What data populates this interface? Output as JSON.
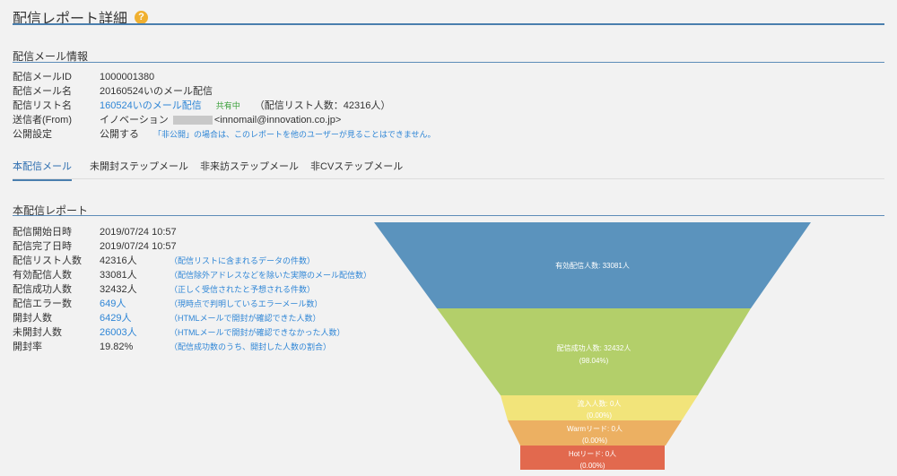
{
  "title": "配信レポート詳細",
  "help_icon": "?",
  "info": {
    "heading": "配信メール情報",
    "rows": [
      {
        "label": "配信メールID",
        "value": "1000001380"
      },
      {
        "label": "配信メール名",
        "value": "20160524いのメール配信"
      },
      {
        "label": "配信リスト名",
        "value": "160524いのメール配信",
        "badge": "共有中",
        "extra": "（配信リスト人数：42316人）"
      },
      {
        "label": "送信者(From)",
        "value": "イノベーション",
        "email": "<innomail@innovation.co.jp>"
      },
      {
        "label": "公開設定",
        "value": "公開する",
        "note": "「非公開」の場合は、このレポートを他のユーザーが見ることはできません。"
      }
    ]
  },
  "tabs": [
    "本配信メール",
    "未開封ステップメール",
    "非来訪ステップメール",
    "非CVステップメール"
  ],
  "report": {
    "heading": "本配信レポート",
    "rows": [
      {
        "label": "配信開始日時",
        "value": "2019/07/24 10:57",
        "note": ""
      },
      {
        "label": "配信完了日時",
        "value": "2019/07/24 10:57",
        "note": ""
      },
      {
        "label": "配信リスト人数",
        "value": "42316人",
        "note": "（配信リストに含まれるデータの件数）"
      },
      {
        "label": "有効配信人数",
        "value": "33081人",
        "note": "（配信除外アドレスなどを除いた実際のメール配信数）"
      },
      {
        "label": "配信成功人数",
        "value": "32432人",
        "note": "（正しく受信されたと予想される件数）"
      },
      {
        "label": "配信エラー数",
        "value": "649人",
        "note": "（現時点で判明しているエラーメール数）"
      },
      {
        "label": "開封人数",
        "value": "6429人",
        "note": "（HTMLメールで開封が確認できた人数）"
      },
      {
        "label": "未開封人数",
        "value": "26003人",
        "note": "（HTMLメールで開封が確認できなかった人数）"
      },
      {
        "label": "開封率",
        "value": "19.82%",
        "note": "（配信成功数のうち、開封した人数の割合）"
      }
    ]
  },
  "chart_data": {
    "type": "funnel",
    "stages": [
      {
        "label": "有効配信人数: 33081人",
        "pct": "",
        "value": 33081,
        "color": "#5b93bd"
      },
      {
        "label": "配信成功人数: 32432人",
        "pct": "(98.04%)",
        "value": 32432,
        "color": "#b3cf6a"
      },
      {
        "label": "流入人数: 0人",
        "pct": "(0.00%)",
        "value": 0,
        "color": "#f2e47a"
      },
      {
        "label": "Warmリード: 0人",
        "pct": "(0.00%)",
        "value": 0,
        "color": "#ecb062"
      },
      {
        "label": "Hotリード: 0人",
        "pct": "(0.00%)",
        "value": 0,
        "color": "#e2694e"
      }
    ]
  }
}
